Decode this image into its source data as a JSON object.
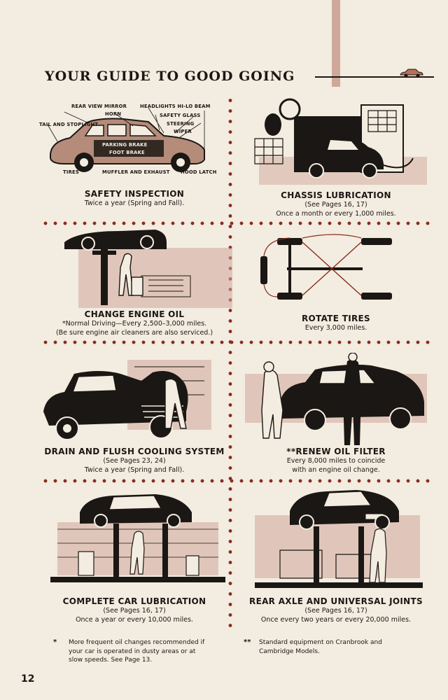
{
  "header": {
    "title": "YOUR GUIDE TO GOOD GOING"
  },
  "car_labels": {
    "rear_view_mirror": "REAR VIEW MIRROR",
    "headlights": "HEADLIGHTS HI-LO BEAM",
    "horn": "HORN",
    "safety_glass": "SAFETY GLASS",
    "tail_stoplight": "TAIL AND STOPLIGHT",
    "steering": "STEERING",
    "wiper": "WIPER",
    "parking_brake": "PARKING BRAKE",
    "foot_brake": "FOOT BRAKE",
    "tires": "TIRES",
    "muffler": "MUFFLER AND EXHAUST",
    "hood_latch": "HOOD LATCH"
  },
  "panels": [
    {
      "title": "SAFETY INSPECTION",
      "lines": [
        "Twice a year (Spring and Fall)."
      ]
    },
    {
      "title": "CHASSIS LUBRICATION",
      "lines": [
        "(See Pages 16, 17)",
        "Once a month or every 1,000 miles."
      ]
    },
    {
      "title": "CHANGE ENGINE OIL",
      "lines": [
        "*Normal Driving—Every 2,500–3,000 miles.",
        "(Be sure engine air cleaners are also serviced.)"
      ]
    },
    {
      "title": "ROTATE TIRES",
      "lines": [
        "Every 3,000 miles."
      ]
    },
    {
      "title": "DRAIN AND FLUSH COOLING SYSTEM",
      "lines": [
        "(See Pages 23, 24)",
        "Twice a year (Spring and Fall)."
      ]
    },
    {
      "title": "**RENEW OIL FILTER",
      "lines": [
        "Every 8,000 miles to coincide",
        "with an engine oil change."
      ]
    },
    {
      "title": "COMPLETE CAR LUBRICATION",
      "lines": [
        "(See Pages 16, 17)",
        "Once a year or every 10,000 miles."
      ]
    },
    {
      "title": "REAR AXLE AND UNIVERSAL JOINTS",
      "lines": [
        "(See Pages 16, 17)",
        "Once every two years or every 20,000 miles."
      ]
    }
  ],
  "footnotes": [
    {
      "mark": "*",
      "lines": [
        "More frequent oil changes recommended if",
        "your car is operated in dusty areas or at",
        "slow speeds. See Page 13."
      ]
    },
    {
      "mark": "**",
      "lines": [
        "Standard equipment on Cranbrook and",
        "Cambridge Models."
      ]
    }
  ],
  "page_number": "12",
  "colors": {
    "paper": "#f3ece0",
    "ink": "#1b1714",
    "accent_dots": "#8a2d1e",
    "tint": "#cfa89a",
    "car_body": "#b58b79"
  }
}
